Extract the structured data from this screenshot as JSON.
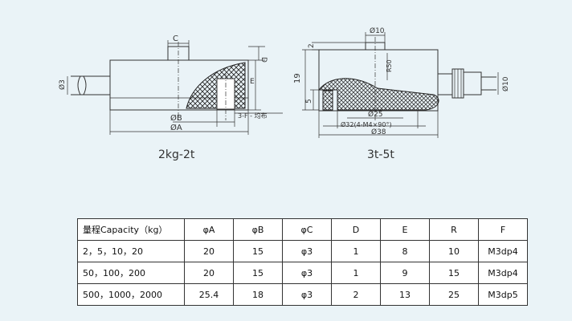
{
  "drawing_left": {
    "caption": "2kg-2t",
    "dims": {
      "C": "C",
      "D": "D",
      "E": "E",
      "d3": "Ø3",
      "B": "ØB",
      "A": "ØA",
      "note": "3-F - 均布"
    }
  },
  "drawing_right": {
    "caption": "3t-5t",
    "dims": {
      "d10_top": "Ø10",
      "two": "2",
      "r50": "R50",
      "nineteen": "19",
      "five": "5",
      "d10_right": "Ø10",
      "d25": "Ø25",
      "d32": "Ø32(4-M4×90°)",
      "d38": "Ø38"
    }
  },
  "table": {
    "headers": [
      "量程Capacity（kg）",
      "φA",
      "φB",
      "φC",
      "D",
      "E",
      "R",
      "F"
    ],
    "rows": [
      [
        "2，5，10，20",
        "20",
        "15",
        "φ3",
        "1",
        "8",
        "10",
        "M3dp4"
      ],
      [
        "50，100，200",
        "20",
        "15",
        "φ3",
        "1",
        "9",
        "15",
        "M3dp4"
      ],
      [
        "500，1000，2000",
        "25.4",
        "18",
        "φ3",
        "2",
        "13",
        "25",
        "M3dp5"
      ]
    ]
  }
}
